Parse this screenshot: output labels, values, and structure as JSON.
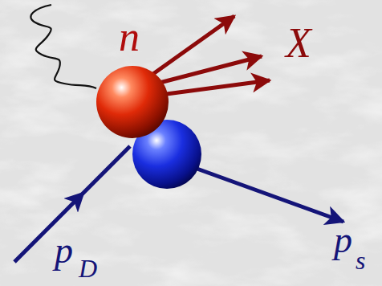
{
  "diagram": {
    "labels": [
      "n",
      "X",
      "p",
      "D",
      "p",
      "s"
    ]
  }
}
